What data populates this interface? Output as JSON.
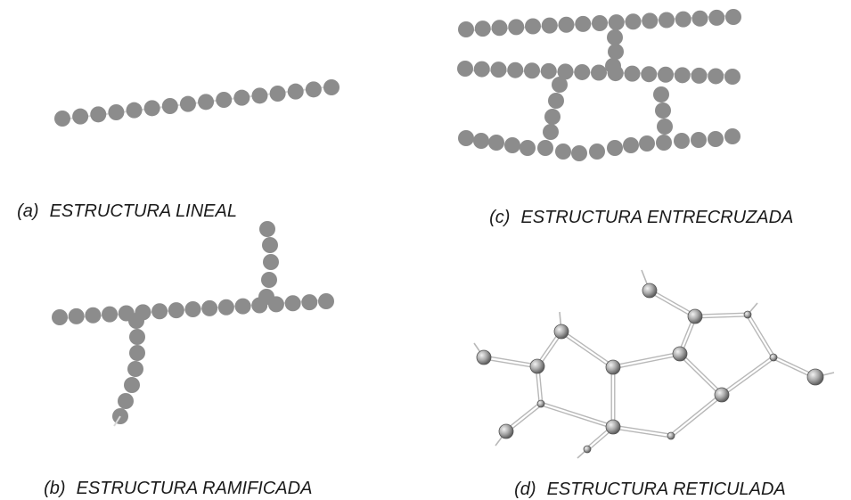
{
  "captions": {
    "a": {
      "tag": "(a)",
      "label": "ESTRUCTURA LINEAL"
    },
    "b": {
      "tag": "(b)",
      "label": "ESTRUCTURA RAMIFICADA"
    },
    "c": {
      "tag": "(c)",
      "label": "ESTRUCTURA ENTRECRUZADA"
    },
    "d": {
      "tag": "(d)",
      "label": "ESTRUCTURA RETICULADA"
    }
  },
  "colors": {
    "bead": "#8c8c8c",
    "bond": "#b8b8b8",
    "node_light": "#e6e6e6",
    "node_dark": "#7a7a7a",
    "text": "#1a1a1a"
  }
}
